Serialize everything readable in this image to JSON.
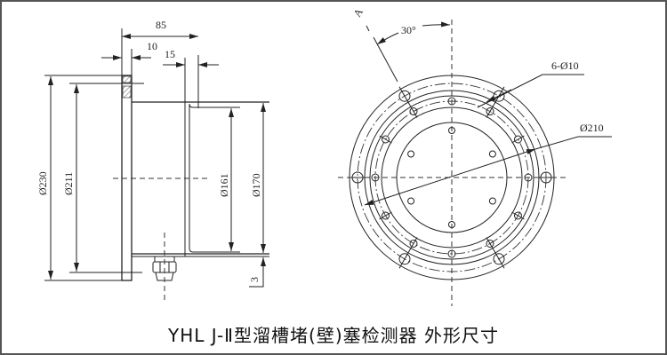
{
  "title": "YHL J-Ⅱ型溜槽堵(壁)塞检测器 外形尺寸",
  "side_view": {
    "dim_length": "85",
    "dim_flange": "10",
    "dim_cap": "15",
    "dim_d230": "Ø230",
    "dim_d211": "Ø211",
    "dim_d161": "Ø161",
    "dim_d170": "Ø170",
    "dim_gap": "3"
  },
  "front_view": {
    "section_label": "A",
    "angle": "30°",
    "holes": "6-Ø10",
    "dim_d210": "Ø210"
  }
}
